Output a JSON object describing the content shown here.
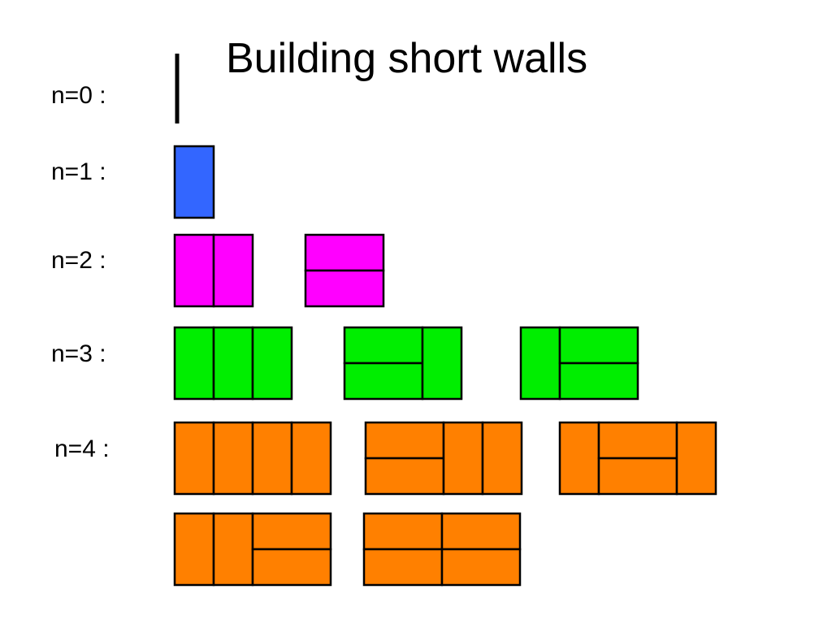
{
  "title": "Building short walls",
  "colors": {
    "n1": "#3366ff",
    "n2": "#ff00ff",
    "n3": "#00ee00",
    "n4": "#ff8000",
    "stroke": "#000000"
  },
  "rows": [
    {
      "label": "n=0 :",
      "color_key": null,
      "walls": []
    },
    {
      "label": "n=1 :",
      "color_key": "n1",
      "walls": [
        {
          "bricks": [
            [
              "V"
            ]
          ]
        }
      ]
    },
    {
      "label": "n=2 :",
      "color_key": "n2",
      "walls": [
        {
          "bricks": [
            [
              "V"
            ],
            [
              "V"
            ]
          ]
        },
        {
          "bricks": [
            [
              "H",
              "H"
            ]
          ]
        }
      ]
    },
    {
      "label": "n=3 :",
      "color_key": "n3",
      "walls": [
        {
          "bricks": [
            [
              "V"
            ],
            [
              "V"
            ],
            [
              "V"
            ]
          ]
        },
        {
          "bricks": [
            [
              "H",
              "H"
            ],
            [
              "V"
            ]
          ]
        },
        {
          "bricks": [
            [
              "V"
            ],
            [
              "H",
              "H"
            ]
          ]
        }
      ]
    },
    {
      "label": "n=4 :",
      "color_key": "n4",
      "walls": [
        {
          "bricks": [
            [
              "V"
            ],
            [
              "V"
            ],
            [
              "V"
            ],
            [
              "V"
            ]
          ]
        },
        {
          "bricks": [
            [
              "H",
              "H"
            ],
            [
              "V"
            ],
            [
              "V"
            ]
          ]
        },
        {
          "bricks": [
            [
              "V"
            ],
            [
              "H",
              "H"
            ],
            [
              "V"
            ]
          ]
        },
        {
          "bricks": [
            [
              "V"
            ],
            [
              "V"
            ],
            [
              "H",
              "H"
            ]
          ]
        },
        {
          "bricks": [
            [
              "H",
              "H"
            ],
            [
              "H",
              "H"
            ]
          ]
        }
      ]
    }
  ]
}
